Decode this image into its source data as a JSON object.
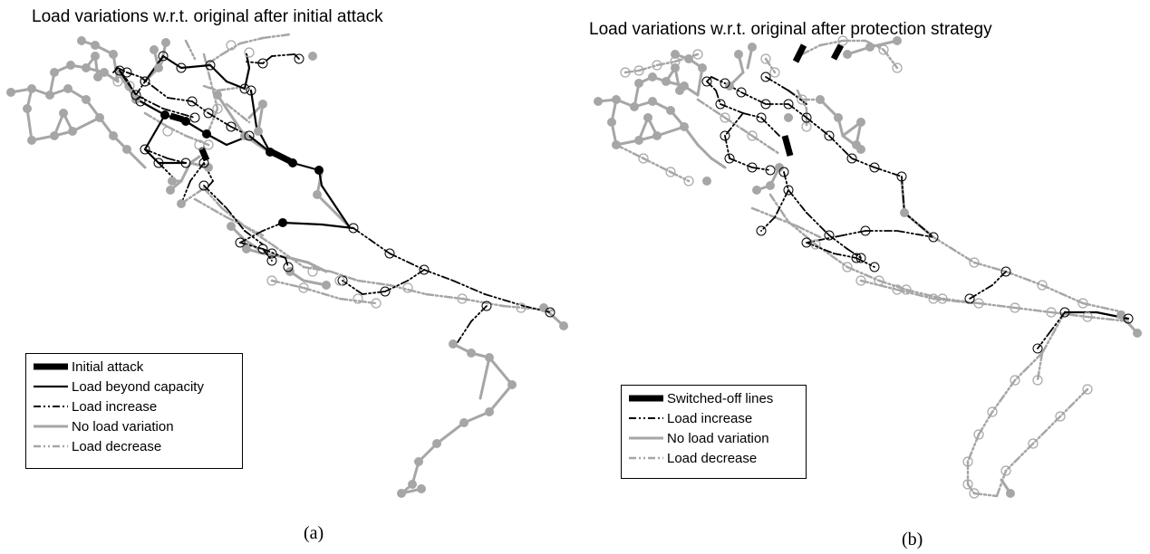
{
  "panels": [
    {
      "id": "a",
      "title": "Load variations w.r.t. original after initial attack",
      "caption": "(a)",
      "legend": [
        {
          "key": "attack",
          "label": "Initial attack"
        },
        {
          "key": "beyond",
          "label": "Load beyond capacity"
        },
        {
          "key": "increase",
          "label": "Load increase"
        },
        {
          "key": "novar",
          "label": "No load variation"
        },
        {
          "key": "decrease",
          "label": "Load decrease"
        }
      ]
    },
    {
      "id": "b",
      "title": "Load variations w.r.t. original after protection strategy",
      "caption": "(b)",
      "legend": [
        {
          "key": "switched",
          "label": "Switched-off lines"
        },
        {
          "key": "increase",
          "label": "Load increase"
        },
        {
          "key": "novar",
          "label": "No load variation"
        },
        {
          "key": "decrease",
          "label": "Load decrease"
        }
      ]
    }
  ],
  "colors": {
    "attack": "#000000",
    "beyond": "#000000",
    "increase": "#000000",
    "novar": "#a6a6a6",
    "decrease": "#a6a6a6"
  }
}
